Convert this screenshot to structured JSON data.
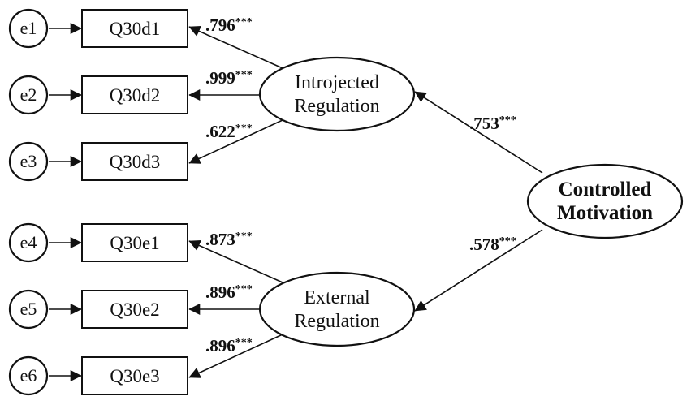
{
  "errors": [
    "e1",
    "e2",
    "e3",
    "e4",
    "e5",
    "e6"
  ],
  "indicators": [
    "Q30d1",
    "Q30d2",
    "Q30d3",
    "Q30e1",
    "Q30e2",
    "Q30e3"
  ],
  "latent_introjected": {
    "line1": "Introjected",
    "line2": "Regulation"
  },
  "latent_external": {
    "line1": "External",
    "line2": "Regulation"
  },
  "latent_controlled": {
    "line1": "Controlled",
    "line2": "Motivation"
  },
  "loadings": [
    {
      "value": ".796",
      "sig": "***"
    },
    {
      "value": ".999",
      "sig": "***"
    },
    {
      "value": ".622",
      "sig": "***"
    },
    {
      "value": ".873",
      "sig": "***"
    },
    {
      "value": ".896",
      "sig": "***"
    },
    {
      "value": ".896",
      "sig": "***"
    }
  ],
  "higher_order": [
    {
      "value": ".753",
      "sig": "***"
    },
    {
      "value": ".578",
      "sig": "***"
    }
  ],
  "colors": {
    "stroke": "#111111",
    "background": "#ffffff"
  }
}
